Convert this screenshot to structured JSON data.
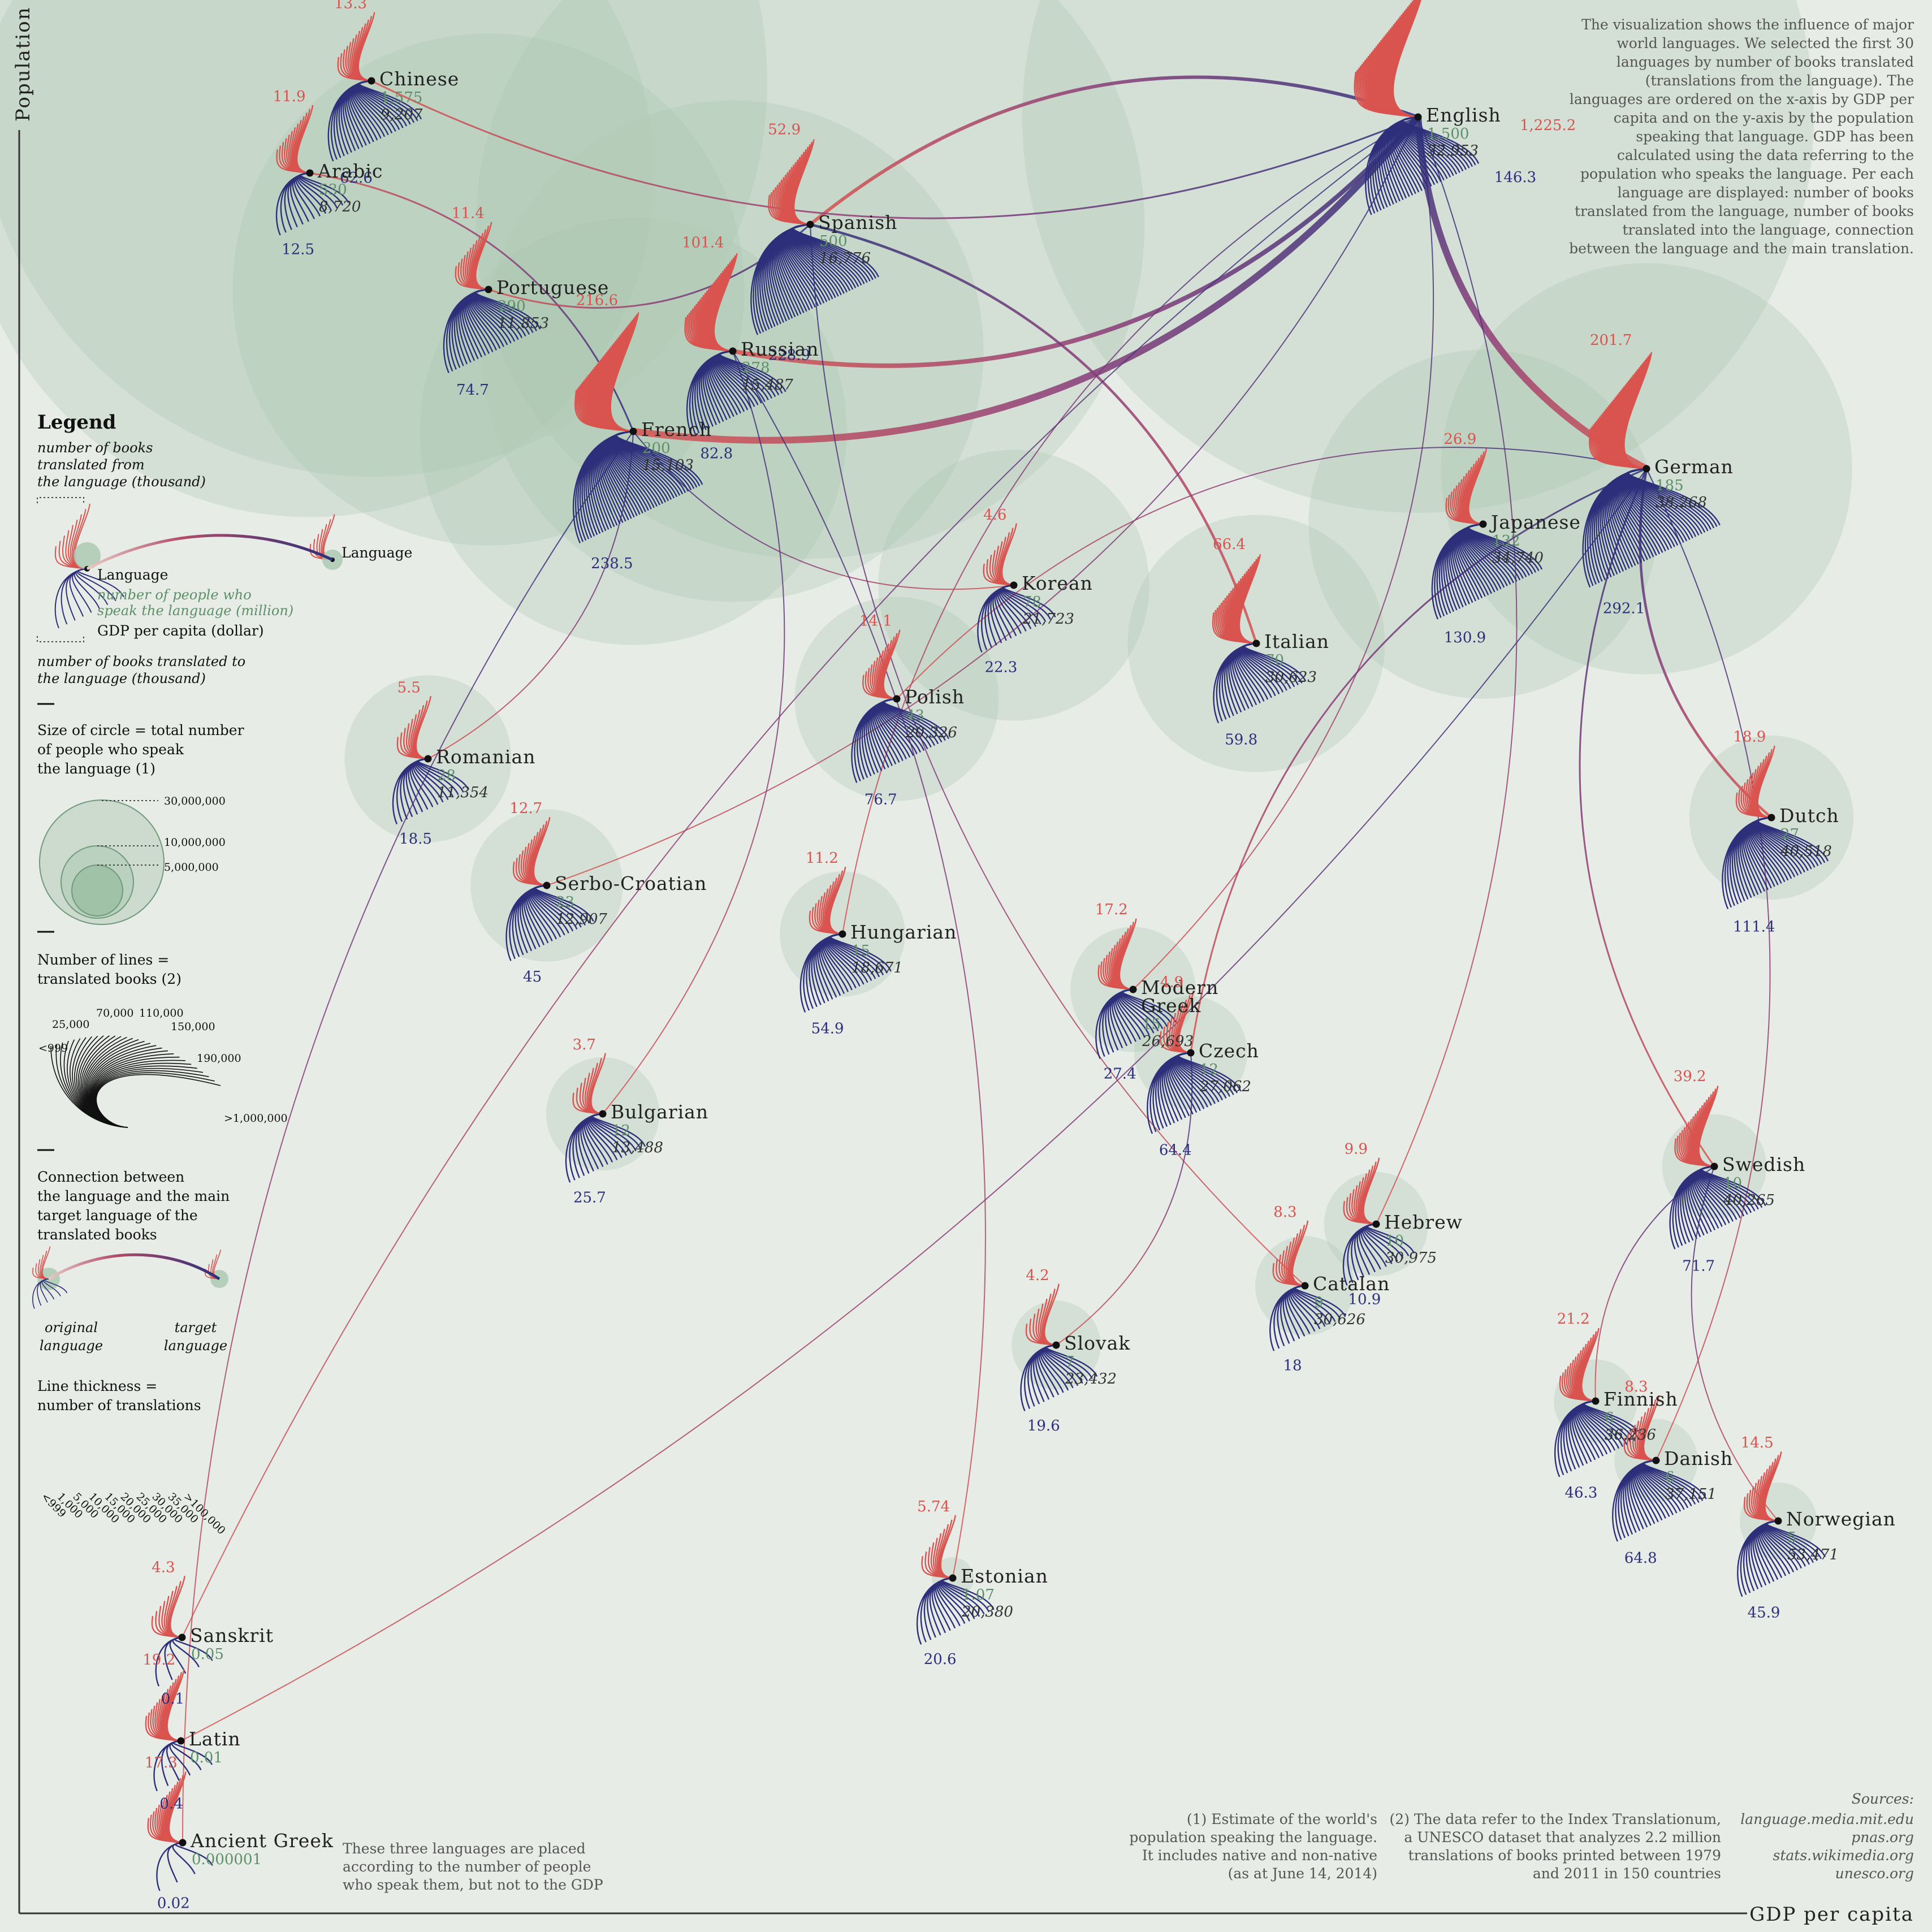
{
  "chart_data": {
    "type": "scatter",
    "xlabel": "GDP per capita",
    "ylabel": "Population",
    "description": "The visualization shows the influence of major world languages. We selected the first 30 languages by number of books translated (translations from the language). The languages are ordered on the x-axis by GDP per capita and on the y-axis by the population speaking that language. GDP has been calculated using the data referring to the population who speaks the language. Per each language are displayed: number of books translated from the language, number of books translated into the language, connection between the language and the main translation.",
    "languages": [
      {
        "name": "English",
        "population_m": "1,500",
        "gdp": "32,953",
        "from_k": "1,225.2",
        "into_k": "146.3"
      },
      {
        "name": "Chinese",
        "population_m": "1,575",
        "gdp": "9,207",
        "from_k": "13.3",
        "into_k": "62.6"
      },
      {
        "name": "Arabic",
        "population_m": "530",
        "gdp": "8,720",
        "from_k": "11.9",
        "into_k": "12.5"
      },
      {
        "name": "Spanish",
        "population_m": "500",
        "gdp": "16,776",
        "from_k": "52.9",
        "into_k": "228.9"
      },
      {
        "name": "Portuguese",
        "population_m": "290",
        "gdp": "11,853",
        "from_k": "11.4",
        "into_k": "74.7"
      },
      {
        "name": "Russian",
        "population_m": "278",
        "gdp": "15,487",
        "from_k": "101.4",
        "into_k": "82.8"
      },
      {
        "name": "French",
        "population_m": "200",
        "gdp": "15,103",
        "from_k": "216.6",
        "into_k": "238.5"
      },
      {
        "name": "German",
        "population_m": "185",
        "gdp": "38,268",
        "from_k": "201.7",
        "into_k": "292.1"
      },
      {
        "name": "Japanese",
        "population_m": "132",
        "gdp": "34,740",
        "from_k": "26.9",
        "into_k": "130.9"
      },
      {
        "name": "Korean",
        "population_m": "78",
        "gdp": "21,723",
        "from_k": "4.6",
        "into_k": "22.3"
      },
      {
        "name": "Italian",
        "population_m": "70",
        "gdp": "30,623",
        "from_k": "66.4",
        "into_k": "59.8"
      },
      {
        "name": "Polish",
        "population_m": "43",
        "gdp": "20,326",
        "from_k": "14.1",
        "into_k": "76.7"
      },
      {
        "name": "Romanian",
        "population_m": "28",
        "gdp": "11,354",
        "from_k": "5.5",
        "into_k": "18.5"
      },
      {
        "name": "Dutch",
        "population_m": "27",
        "gdp": "40,518",
        "from_k": "18.9",
        "into_k": "111.4"
      },
      {
        "name": "Serbo-Croatian",
        "population_m": "23",
        "gdp": "12,907",
        "from_k": "12.7",
        "into_k": "45"
      },
      {
        "name": "Hungarian",
        "population_m": "15",
        "gdp": "18,671",
        "from_k": "11.2",
        "into_k": "54.9"
      },
      {
        "name": "Modern Greek",
        "population_m": "15",
        "gdp": "26,693",
        "from_k": "17.2",
        "into_k": "27.4"
      },
      {
        "name": "Czech",
        "population_m": "12",
        "gdp": "27,062",
        "from_k": "4.9",
        "into_k": "64.4"
      },
      {
        "name": "Bulgarian",
        "population_m": "12",
        "gdp": "13,488",
        "from_k": "3.7",
        "into_k": "25.7"
      },
      {
        "name": "Swedish",
        "population_m": "10",
        "gdp": "40,265",
        "from_k": "39.2",
        "into_k": "71.7"
      },
      {
        "name": "Hebrew",
        "population_m": "10",
        "gdp": "30,975",
        "from_k": "9.9",
        "into_k": "10.9"
      },
      {
        "name": "Catalan",
        "population_m": "9",
        "gdp": "30,626",
        "from_k": "8.3",
        "into_k": "18"
      },
      {
        "name": "Slovak",
        "population_m": "7",
        "gdp": "23,432",
        "from_k": "4.2",
        "into_k": "19.6"
      },
      {
        "name": "Finnish",
        "population_m": "6",
        "gdp": "36,236",
        "from_k": "21.2",
        "into_k": "46.3"
      },
      {
        "name": "Danish",
        "population_m": "6",
        "gdp": "37,151",
        "from_k": "8.3",
        "into_k": "64.8"
      },
      {
        "name": "Norwegian",
        "population_m": "5",
        "gdp": "53,471",
        "from_k": "14.5",
        "into_k": "45.9"
      },
      {
        "name": "Estonian",
        "population_m": "1.07",
        "gdp": "20,380",
        "from_k": "5.74",
        "into_k": "20.6"
      },
      {
        "name": "Sanskrit",
        "population_m": "0.05",
        "gdp": "",
        "from_k": "4.3",
        "into_k": "0.1"
      },
      {
        "name": "Latin",
        "population_m": "0.01",
        "gdp": "",
        "from_k": "19.2",
        "into_k": "0.4"
      },
      {
        "name": "Ancient Greek",
        "population_m": "0.000001",
        "gdp": "",
        "from_k": "17.3",
        "into_k": "0.02"
      }
    ],
    "connections": [
      {
        "from": "French",
        "to": "English",
        "weight": 100000
      },
      {
        "from": "German",
        "to": "English",
        "weight": 100000
      },
      {
        "from": "Russian",
        "to": "English",
        "weight": 20000
      },
      {
        "from": "Spanish",
        "to": "English",
        "weight": 10000
      },
      {
        "from": "Chinese",
        "to": "English",
        "weight": 1000
      },
      {
        "from": "Arabic",
        "to": "French",
        "weight": 1000
      },
      {
        "from": "Portuguese",
        "to": "Spanish",
        "weight": 1000
      },
      {
        "from": "Korean",
        "to": "French",
        "weight": 999
      },
      {
        "from": "Italian",
        "to": "Spanish",
        "weight": 5000
      },
      {
        "from": "Polish",
        "to": "German",
        "weight": 999
      },
      {
        "from": "Romanian",
        "to": "French",
        "weight": 999
      },
      {
        "from": "Dutch",
        "to": "German",
        "weight": 5000
      },
      {
        "from": "Serbo-Croatian",
        "to": "English",
        "weight": 999
      },
      {
        "from": "Hungarian",
        "to": "English",
        "weight": 999
      },
      {
        "from": "Modern Greek",
        "to": "English",
        "weight": 999
      },
      {
        "from": "Czech",
        "to": "German",
        "weight": 1000
      },
      {
        "from": "Bulgarian",
        "to": "Russian",
        "weight": 999
      },
      {
        "from": "Swedish",
        "to": "German",
        "weight": 1000
      },
      {
        "from": "Hebrew",
        "to": "English",
        "weight": 999
      },
      {
        "from": "Catalan",
        "to": "Spanish",
        "weight": 999
      },
      {
        "from": "Slovak",
        "to": "Czech",
        "weight": 999
      },
      {
        "from": "Finnish",
        "to": "Swedish",
        "weight": 999
      },
      {
        "from": "Danish",
        "to": "German",
        "weight": 999
      },
      {
        "from": "Norwegian",
        "to": "Swedish",
        "weight": 999
      },
      {
        "from": "Estonian",
        "to": "Russian",
        "weight": 999
      },
      {
        "from": "Sanskrit",
        "to": "English",
        "weight": 999
      },
      {
        "from": "Latin",
        "to": "German",
        "weight": 999
      },
      {
        "from": "Ancient Greek",
        "to": "French",
        "weight": 999
      }
    ],
    "colors": {
      "from": "#d9534f",
      "into": "#2d2f7a",
      "circle": "#aac8b0",
      "node": "#111111",
      "connection_mid": "#8a3c78"
    }
  },
  "legend": {
    "title": "Legend",
    "from_label": [
      "number of books",
      "translated from",
      "the language (thousand)"
    ],
    "language_label": "Language",
    "target_language_label": "Language",
    "pop_label": "number of people who",
    "pop_label_2": "speak the language (million)",
    "gdp_label": "GDP per capita (dollar)",
    "into_label": [
      "number of books translated to",
      "the language (thousand)"
    ],
    "size_label": [
      "Size of circle = total number",
      "of people who speak",
      "the language (1)"
    ],
    "size_values": [
      "30,000,000",
      "10,000,000",
      "5,000,000"
    ],
    "lines_label": [
      "Number of lines =",
      "translated books (2)"
    ],
    "lines_values": [
      "<999",
      "25,000",
      "70,000",
      "110,000",
      "150,000",
      "190,000",
      ">1,000,000"
    ],
    "connection_label": [
      "Connection between",
      "the language and the main",
      "target language of the",
      "translated books"
    ],
    "original_label": [
      "original",
      "language"
    ],
    "target_label": [
      "target",
      "language"
    ],
    "thickness_label": [
      "Line thickness =",
      "number of translations"
    ],
    "thickness_values": [
      "<999",
      "1,000",
      "5,000",
      "10,000",
      "15,000",
      "20,000",
      "25,000",
      "30,000",
      "35,000",
      ">100,000"
    ]
  },
  "notes": {
    "dead_languages": [
      "These three languages are placed",
      "according to the number of people",
      "who speak them, but not to the GDP"
    ],
    "note1": [
      "(1) Estimate of the world's",
      "population speaking the language.",
      "It includes native and non-native",
      "(as at June 14, 2014)"
    ],
    "note2": [
      "(2) The data refer to the Index Translationum,",
      "a UNESCO dataset that analyzes 2.2 million",
      "translations of books printed between 1979",
      "and 2011 in 150 countries"
    ],
    "sources": [
      "Sources:",
      "language.media.mit.edu",
      "pnas.org",
      "stats.wikimedia.org",
      "unesco.org"
    ]
  }
}
